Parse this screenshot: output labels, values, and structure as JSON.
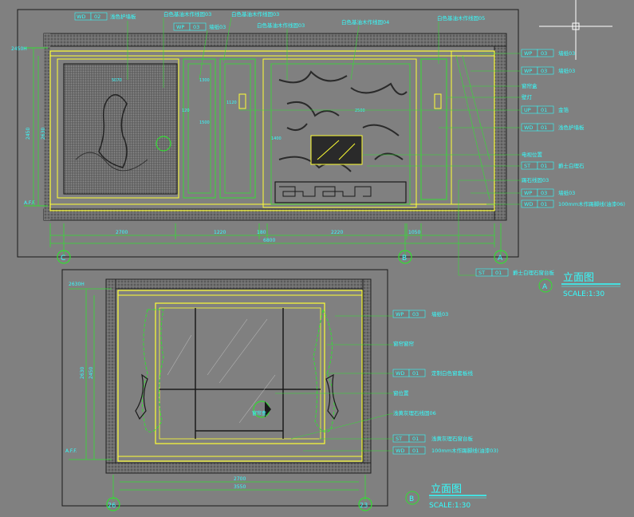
{
  "colors": {
    "background": "#808080",
    "frame": "#1a1a1a",
    "yellow": "#ffff33",
    "green": "#33dd33",
    "cyan": "#33ffff",
    "white": "#ffffff",
    "tag_fill": "#7a7a7a"
  },
  "drawing_a": {
    "title": "立面图",
    "scale": "SCALE:1:30",
    "marker": "A",
    "level_top": "2450H",
    "level_floor": "A.F.F.",
    "height_dims": [
      "2450",
      "2630"
    ],
    "top_labels": [
      {
        "code_a": "WD",
        "code_b": "02",
        "text": "浅色护墙板"
      },
      {
        "code_a": "",
        "code_b": "",
        "text": "白色基油木作线固03"
      },
      {
        "code_a": "",
        "code_b": "",
        "text": "白色基油木作线固03"
      },
      {
        "code_a": "WP",
        "code_b": "03",
        "text": "墙纸03"
      },
      {
        "code_a": "",
        "code_b": "",
        "text": "白色基油木作线固03"
      },
      {
        "code_a": "",
        "code_b": "",
        "text": "白色基油木作线固04"
      },
      {
        "code_a": "",
        "code_b": "",
        "text": "白色基油木作线固05"
      }
    ],
    "right_labels": [
      {
        "code_a": "WP",
        "code_b": "03",
        "text": "墙纸03"
      },
      {
        "code_a": "WP",
        "code_b": "03",
        "text": "墙纸03"
      },
      {
        "code_a": "",
        "code_b": "",
        "text": "窗帘盒"
      },
      {
        "code_a": "",
        "code_b": "",
        "text": "壁灯"
      },
      {
        "code_a": "UP",
        "code_b": "01",
        "text": "金箔"
      },
      {
        "code_a": "WD",
        "code_b": "01",
        "text": "浅色护墙板"
      },
      {
        "code_a": "",
        "code_b": "",
        "text": "电视位置"
      },
      {
        "code_a": "ST",
        "code_b": "01",
        "text": "爵士白理石"
      },
      {
        "code_a": "",
        "code_b": "",
        "text": "踢石线固03"
      },
      {
        "code_a": "WP",
        "code_b": "03",
        "text": "墙纸03"
      },
      {
        "code_a": "WD",
        "code_b": "01",
        "text": "100mm木作踢脚线(油漆06)"
      }
    ],
    "bottom_label": {
      "code_a": "ST",
      "code_b": "01",
      "text": "爵士白理石窗台板"
    },
    "bottom_dims": [
      "2700",
      "1220",
      "180",
      "2220",
      "1050",
      "6800"
    ],
    "axis_markers": [
      "C",
      "B",
      "A"
    ],
    "inner_dims": [
      "5070",
      "1300",
      "1120",
      "1500",
      "1400",
      "2500",
      "120"
    ]
  },
  "drawing_b": {
    "title": "立面图",
    "scale": "SCALE:1:30",
    "marker": "B",
    "level_top": "2630H",
    "level_floor": "A.F.F.",
    "height_dims": [
      "2630",
      "2450"
    ],
    "right_labels": [
      {
        "code_a": "WP",
        "code_b": "03",
        "text": "墙纸03"
      },
      {
        "code_a": "",
        "code_b": "",
        "text": "窗帘窗帘"
      },
      {
        "code_a": "WD",
        "code_b": "01",
        "text": "定制白色窗套板线"
      },
      {
        "code_a": "",
        "code_b": "",
        "text": "窗位置"
      },
      {
        "code_a": "",
        "code_b": "",
        "text": "浅黄灰理石线固06"
      },
      {
        "code_a": "ST",
        "code_b": "01",
        "text": "浅黄灰理石窗台板"
      },
      {
        "code_a": "WD",
        "code_b": "01",
        "text": "100mm木作踢脚线(油漆03)"
      }
    ],
    "bottom_dims": [
      "2700",
      "3550"
    ],
    "axis_markers": [
      "26",
      "23"
    ],
    "center_tag": "窗帘盒"
  }
}
